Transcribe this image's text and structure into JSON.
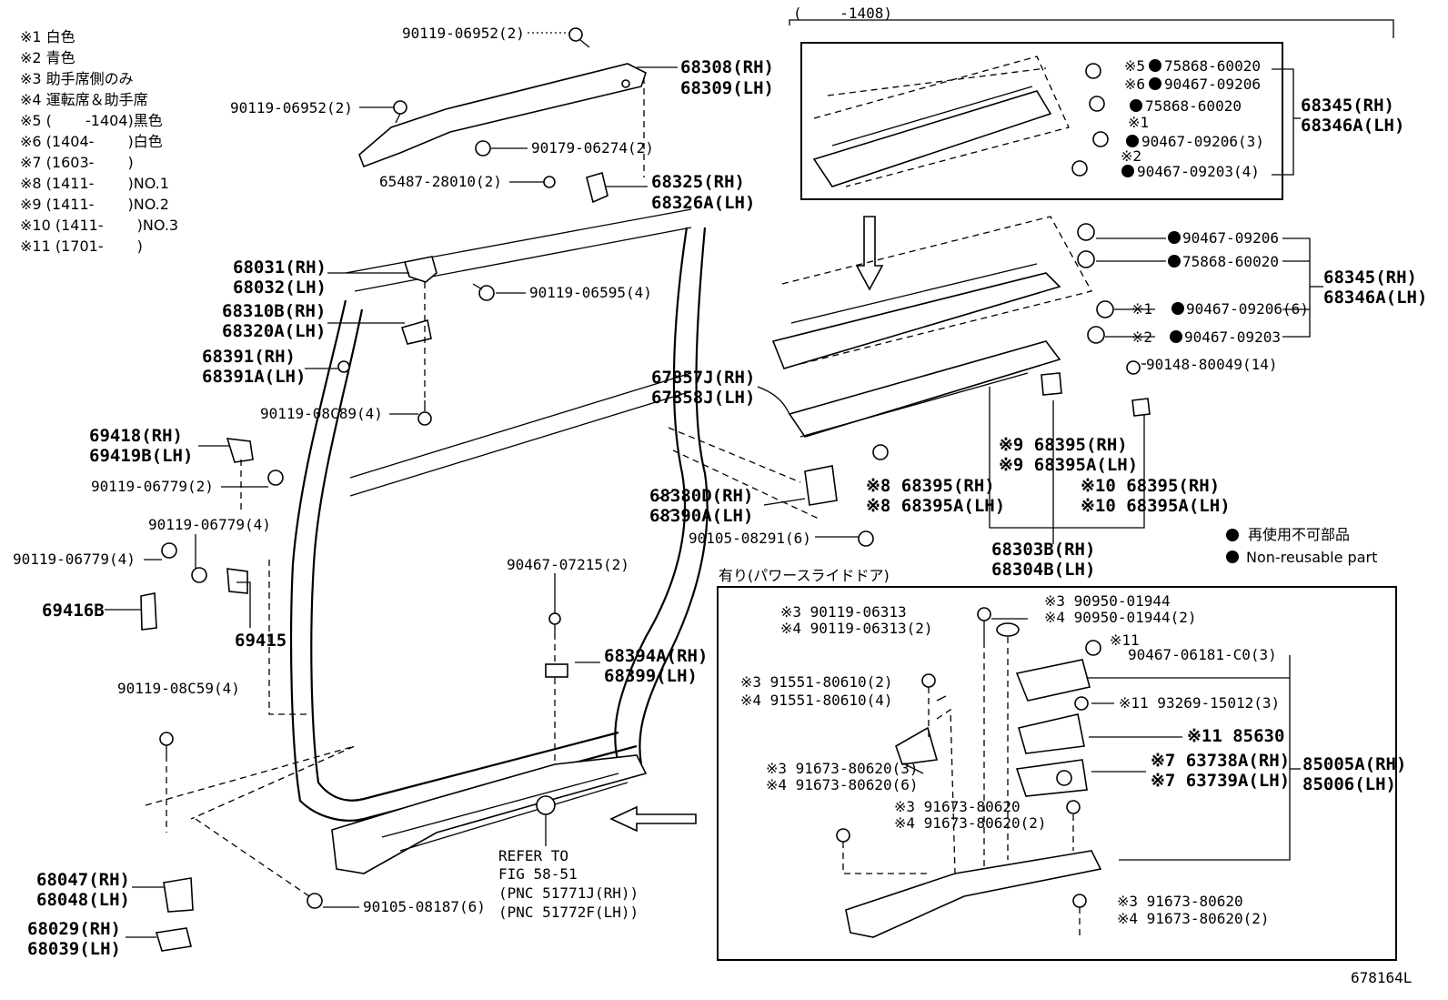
{
  "notes": [
    "※1 白色",
    "※2 青色",
    "※3 助手席側のみ",
    "※4 運転席＆助手席",
    "※5 (　　 -1404)黒色",
    "※6 (1404-　　 )白色",
    "※7 (1603-　　 )",
    "※8 (1411-　　 )NO.1",
    "※9 (1411-　　 )NO.2",
    "※10 (1411-　　 )NO.3",
    "※11 (1701-　　 )"
  ],
  "top_bracket_label": "(　　 -1408)",
  "power_slide_label": "有り(パワースライドドア)",
  "legend": {
    "jp": "再使用不可部品",
    "en": "Non-reusable part"
  },
  "refer": [
    "REFER TO",
    "FIG 58-51",
    "(PNC 51771J(RH))",
    "(PNC 51772F(LH))"
  ],
  "diagram_number": "678164L",
  "labels": {
    "l01": "90119-06952(2)",
    "l02": "90119-06952(2)",
    "l03": "68308(RH)",
    "l04": "68309(LH)",
    "l05": "90179-06274(2)",
    "l06": "65487-28010(2)",
    "l07": "68325(RH)",
    "l08": "68326A(LH)",
    "l09": "68031(RH)",
    "l10": "68032(LH)",
    "l11": "90119-06595(4)",
    "l12": "68310B(RH)",
    "l13": "68320A(LH)",
    "l14": "68391(RH)",
    "l15": "68391A(LH)",
    "l16": "90119-08C89(4)",
    "l17": "69418(RH)",
    "l18": "69419B(LH)",
    "l19": "90119-06779(2)",
    "l20": "90119-06779(4)",
    "l21": "90119-06779(4)",
    "l22": "69416B",
    "l23": "69415",
    "l24": "90119-08C59(4)",
    "l25": "68047(RH)",
    "l26": "68048(LH)",
    "l27": "90105-08187(6)",
    "l28": "68029(RH)",
    "l29": "68039(LH)",
    "l30": "90467-07215(2)",
    "l31": "68394A(RH)",
    "l32": "68399(LH)",
    "l33": "67857J(RH)",
    "l34": "67858J(LH)",
    "l35": "68380D(RH)",
    "l36": "68390A(LH)",
    "l37": "90105-08291(6)",
    "l38": "※8 68395(RH)",
    "l39": "※8 68395A(LH)",
    "l40": "※9 68395(RH)",
    "l41": "※9 68395A(LH)",
    "l42": "※10 68395(RH)",
    "l43": "※10 68395A(LH)",
    "l44": "68303B(RH)",
    "l45": "68304B(LH)",
    "l46": "90148-80049(14)",
    "l47": "90467-09206",
    "l48": "75868-60020",
    "l49": "※1",
    "l50": "90467-09206(6)",
    "l51": "※2",
    "l52": "90467-09203",
    "l53": "68345(RH)",
    "l54": "68346A(LH)",
    "l55": "※5",
    "l56": "75868-60020",
    "l57": "※6",
    "l58": "90467-09206",
    "l59": "75868-60020",
    "l60": "※1",
    "l61": "90467-09206(3)",
    "l62": "※2",
    "l63": "90467-09203(4)",
    "l64": "68345(RH)",
    "l65": "68346A(LH)",
    "l66": "※3 90119-06313",
    "l67": "※4 90119-06313(2)",
    "l68": "※3 90950-01944",
    "l69": "※4 90950-01944(2)",
    "l70": "※11",
    "l71": "90467-06181-C0(3)",
    "l72": "※3 91551-80610(2)",
    "l73": "※4 91551-80610(4)",
    "l74": "※11 93269-15012(3)",
    "l75": "※11 85630",
    "l76": "※7 63738A(RH)",
    "l77": "※7 63739A(LH)",
    "l78": "85005A(RH)",
    "l79": "85006(LH)",
    "l80": "※3 91673-80620(3)",
    "l81": "※4 91673-80620(6)",
    "l82": "※3 91673-80620",
    "l83": "※4 91673-80620(2)",
    "l84": "※3 91673-80620",
    "l85": "※4 91673-80620(2)"
  }
}
